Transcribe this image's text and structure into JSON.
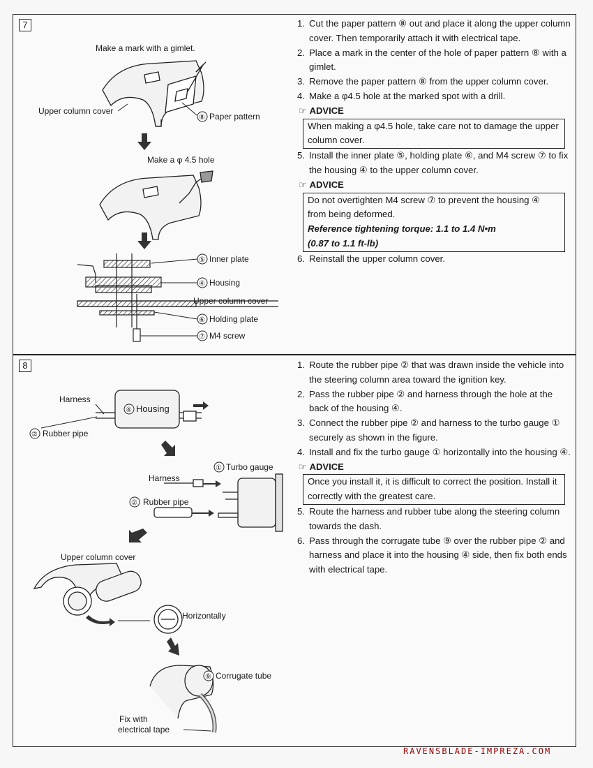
{
  "sec7": {
    "num": "7",
    "fig": {
      "mark_title": "Make a mark with a gimlet.",
      "upper_cover": "Upper column cover",
      "pattern_num": "⑧",
      "pattern": "Paper pattern",
      "hole_title": "Make a φ 4.5 hole",
      "inner_plate": "Inner plate",
      "inner_plate_num": "⑤",
      "housing": "Housing",
      "housing_num": "④",
      "upper_cover_2": "Upper column cover",
      "holding_plate": "Holding plate",
      "holding_plate_num": "⑥",
      "m4": "M4 screw",
      "m4_num": "⑦"
    },
    "steps": [
      {
        "n": "1.",
        "t": "Cut the paper pattern ⑧ out and place it along the upper column cover. Then temporarily attach it with electrical tape."
      },
      {
        "n": "2.",
        "t": "Place a mark in the center of the hole of paper pattern ⑧ with a gimlet."
      },
      {
        "n": "3.",
        "t": "Remove the paper pattern ⑧ from the upper column cover."
      },
      {
        "n": "4.",
        "t": "Make a φ4.5 hole at the marked spot with a drill."
      }
    ],
    "advice_label": "ADVICE",
    "advice_icon": "☞",
    "advice1": "When making a φ4.5 hole, take care not to damage the upper column cover.",
    "step5": {
      "n": "5.",
      "t": "Install the inner plate ⑤, holding plate ⑥, and M4 screw ⑦ to fix the housing ④ to the upper column cover."
    },
    "advice2": "Do not overtighten M4 screw ⑦ to prevent the housing ④ from being deformed.",
    "torque_1": "Reference tightening torque: 1.1 to 1.4 N•m",
    "torque_2": "(0.87 to 1.1 ft-lb)",
    "step6": {
      "n": "6.",
      "t": "Reinstall the upper column cover."
    }
  },
  "sec8": {
    "num": "8",
    "fig": {
      "harness": "Harness",
      "housing_num": "④",
      "housing": "Housing",
      "rubber_pipe_num": "②",
      "rubber_pipe": "Rubber pipe",
      "turbo_num": "①",
      "turbo": "Turbo gauge",
      "harness_2": "Harness",
      "rubber_pipe_2_num": "②",
      "rubber_pipe_2": "Rubber pipe",
      "upper_cover": "Upper column cover",
      "horizontally": "Horizontally",
      "corrugate_num": "⑨",
      "corrugate": "Corrugate tube",
      "fix1": "Fix with",
      "fix2": "electrical tape"
    },
    "steps": [
      {
        "n": "1.",
        "t": "Route the rubber pipe ② that was drawn inside the vehicle into the steering column area toward the ignition key."
      },
      {
        "n": "2.",
        "t": "Pass the rubber pipe ② and harness through the hole at the back of the housing ④."
      },
      {
        "n": "3.",
        "t": "Connect the rubber pipe ② and harness to the turbo gauge ① securely as shown in the figure."
      },
      {
        "n": "4.",
        "t": "Install and fix the turbo gauge ① horizontally into the housing ④."
      }
    ],
    "advice_label": "ADVICE",
    "advice_icon": "☞",
    "advice": "Once you install it, it is difficult to correct the position. Install it correctly with the greatest care.",
    "steps2": [
      {
        "n": "5.",
        "t": "Route the harness and rubber tube along the steering column towards the dash."
      },
      {
        "n": "6.",
        "t": "Pass through the corrugate tube ⑨ over the rubber pipe ② and harness and place it into the housing ④ side, then fix both ends with electrical tape."
      }
    ]
  },
  "watermark": "RAVENSBLADE-IMPREZA.COM"
}
